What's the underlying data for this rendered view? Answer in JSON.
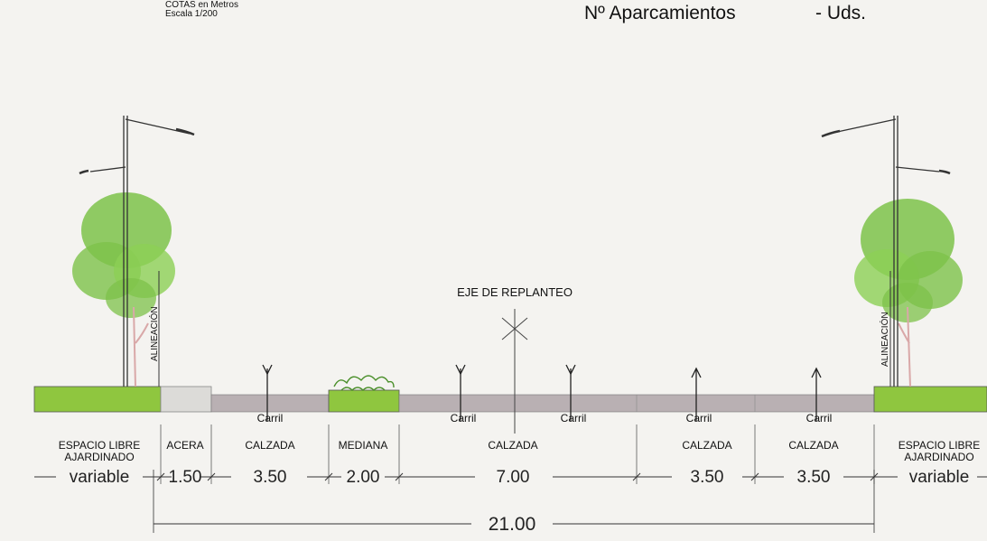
{
  "header": {
    "units_note": "COTAS en Metros",
    "scale_note": "Escala 1/200",
    "parking_label": "Nº Aparcamientos",
    "parking_value": "- Uds."
  },
  "axis_label": "EJE DE REPLANTEO",
  "alignment_label": "ALINEACIÓN",
  "lane_label": "Carril",
  "colors": {
    "green": "#8fc63f",
    "road": "#b9b0b3",
    "sidewalk": "#dcdbd8",
    "tree": "#7dc24a"
  },
  "sections": [
    {
      "name": "ESPACIO LIBRE",
      "name2": "AJARDINADO",
      "dim": "variable"
    },
    {
      "name": "ACERA",
      "dim": "1.50"
    },
    {
      "name": "CALZADA",
      "dim": "3.50"
    },
    {
      "name": "MEDIANA",
      "dim": "2.00"
    },
    {
      "name": "CALZADA",
      "dim": "7.00"
    },
    {
      "name": "CALZADA",
      "dim": "3.50"
    },
    {
      "name": "CALZADA",
      "dim": "3.50"
    },
    {
      "name": "ESPACIO LIBRE",
      "name2": "AJARDINADO",
      "dim": "variable"
    }
  ],
  "lane_arrows": [
    "down",
    "down",
    "down",
    "up",
    "up"
  ],
  "total_dim": "21.00"
}
